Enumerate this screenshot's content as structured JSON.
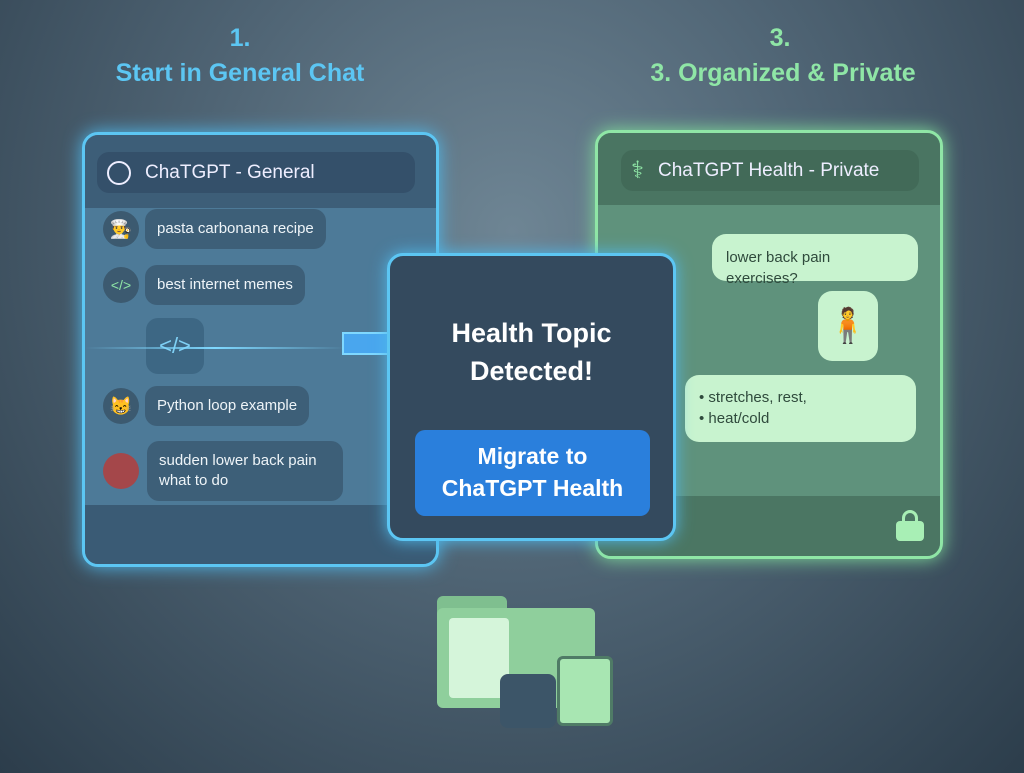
{
  "steps": {
    "left_number": "1.",
    "left_title": "Start in General Chat",
    "right_number": "3.",
    "right_title": "3. Organized & Private"
  },
  "general_chat": {
    "title": "ChaTGPT - General",
    "items": [
      {
        "icon": "chef-hat-icon",
        "text": "pasta carbonana recipe"
      },
      {
        "icon": "code-icon",
        "text": "best internet memes"
      },
      {
        "icon": "cat-emoji-icon",
        "text": "Python loop example"
      },
      {
        "icon": "back-anatomy-icon",
        "text": "sudden lower back pain what to do"
      }
    ]
  },
  "detection": {
    "title": "Health Topic Detected!",
    "button": "Migrate to ChaTGPT Health"
  },
  "health_chat": {
    "title": "ChaTGPT Health - Private",
    "question": "lower back pain exercises?",
    "answer": [
      "stretches, rest,",
      "heat/cold"
    ]
  },
  "colors": {
    "general": "#5cc6f3",
    "health": "#8fe6a6",
    "button": "#2a7fdc"
  }
}
